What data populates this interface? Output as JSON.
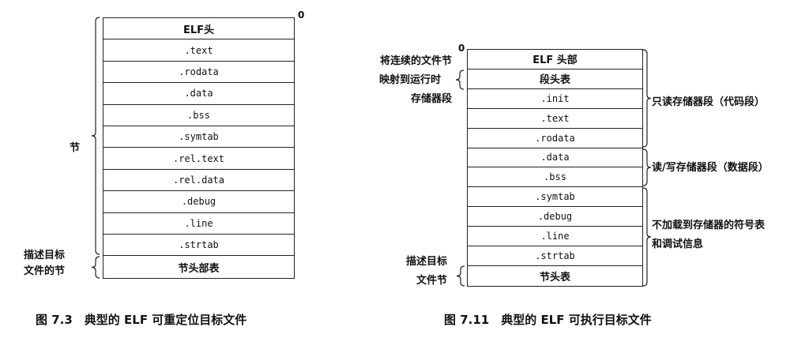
{
  "fig1": {
    "rows": [
      "ELF头",
      ".text",
      ".rodata",
      ".data",
      ".bss",
      ".symtab",
      ".rel.text",
      ".rel.data",
      ".debug",
      ".line",
      ".strtab",
      "节头部表"
    ],
    "offset_label": "0",
    "sections_label": "节",
    "sht_label": [
      "描述目标",
      "文件的节"
    ],
    "caption": "图 7.3　典型的 ELF 可重定位目标文件"
  },
  "fig2": {
    "rows": [
      "ELF 头部",
      "段头表",
      ".init",
      ".text",
      ".rodata",
      ".data",
      ".bss",
      ".symtab",
      ".debug",
      ".line",
      ".strtab",
      "节头表"
    ],
    "offset_label": "0",
    "map_label": [
      "将连续的文件节",
      "映射到运行时",
      "存储器段"
    ],
    "sht_label": [
      "描述目标",
      "文件节"
    ],
    "ro_label": "只读存储器段（代码段）",
    "rw_label": "读/写存储器段（数据段）",
    "nl_label": [
      "不加载到存储器的符号表",
      "和调试信息"
    ],
    "caption": "图 7.11　典型的 ELF 可执行目标文件"
  }
}
